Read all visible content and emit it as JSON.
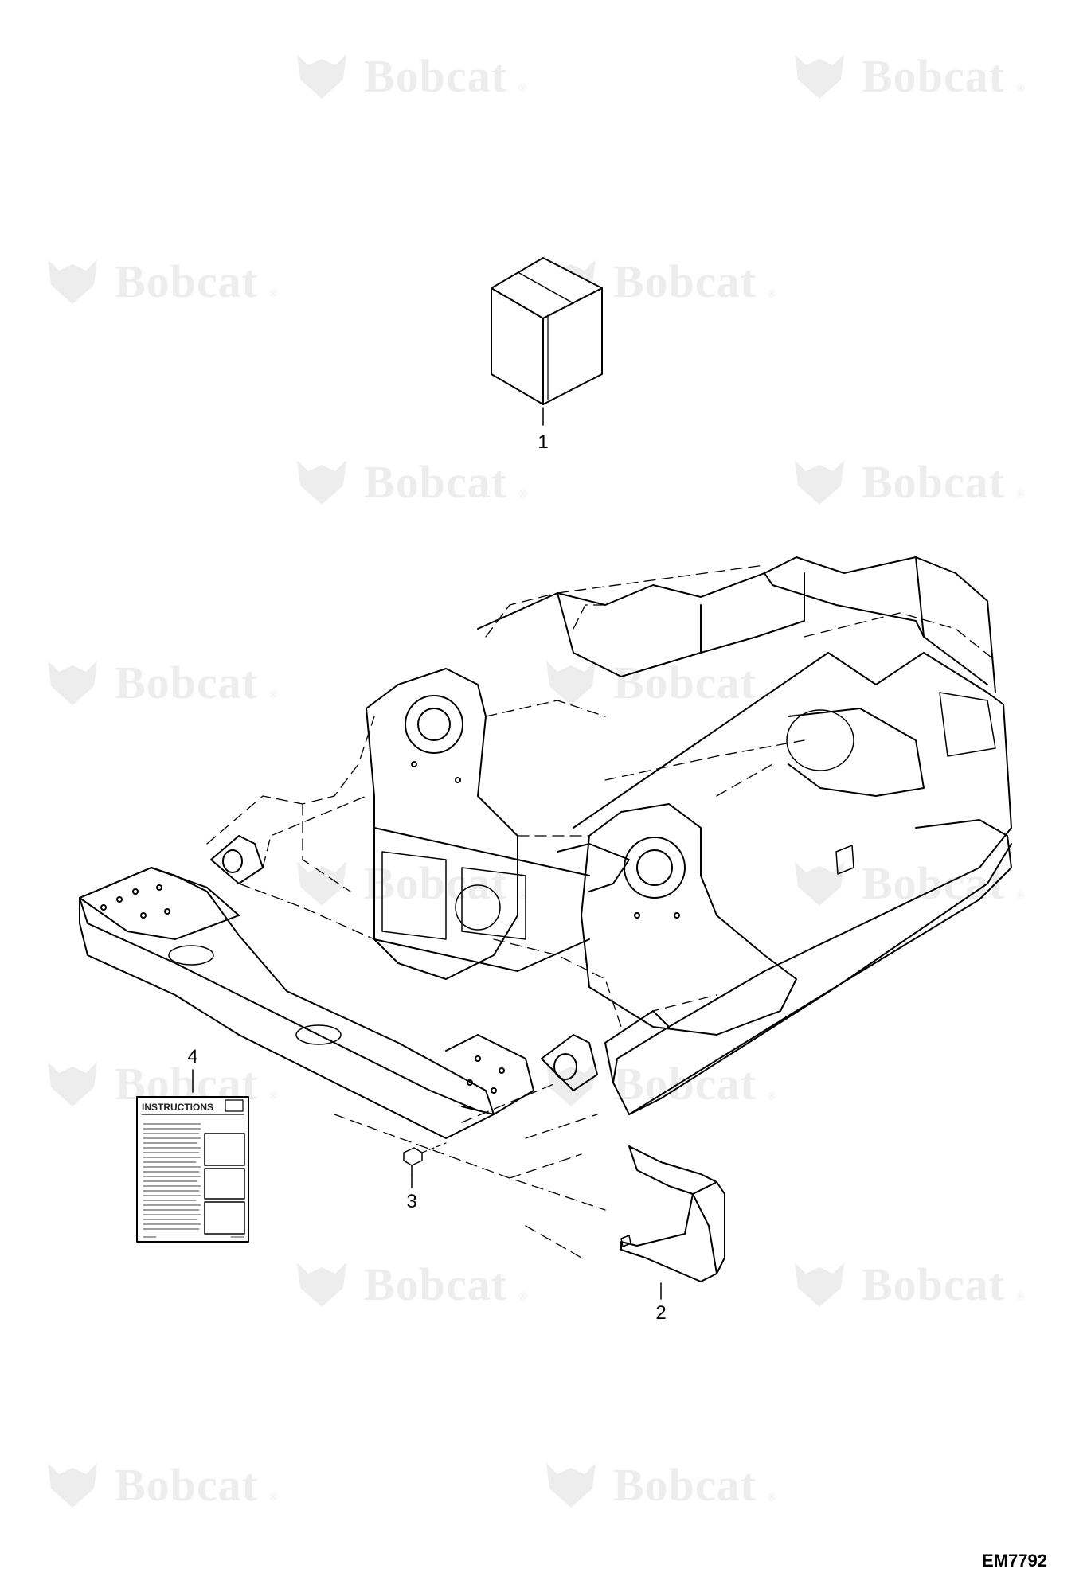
{
  "watermark": {
    "brand": "Bobcat",
    "registered": "®"
  },
  "callouts": [
    {
      "id": "1",
      "label": "1"
    },
    {
      "id": "2",
      "label": "2"
    },
    {
      "id": "3",
      "label": "3"
    },
    {
      "id": "4",
      "label": "4"
    }
  ],
  "instructions_sheet": {
    "heading": "INSTRUCTIONS"
  },
  "drawing_id": "EM7792",
  "colors": {
    "line": "#000000",
    "watermark": "#ededed",
    "background": "#ffffff"
  }
}
